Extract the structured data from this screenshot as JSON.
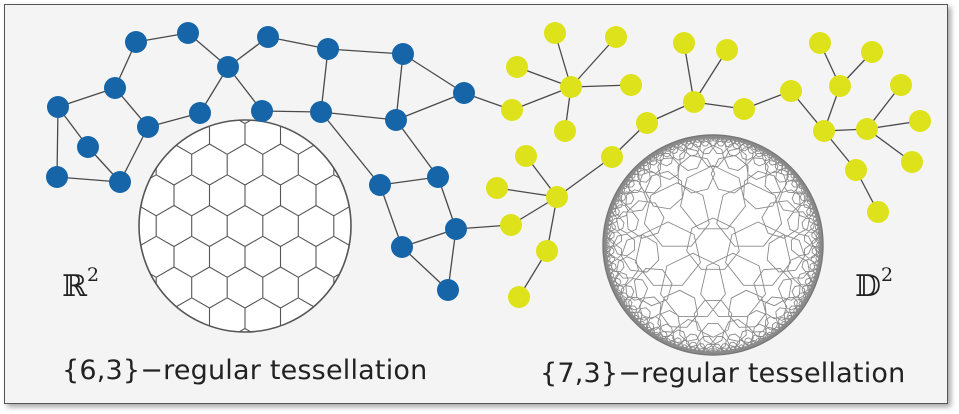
{
  "left_panel": {
    "caption": "{6,3}−regular tessellation",
    "space_symbol": "ℝ",
    "space_exponent": "2",
    "node_color": "#1565a8"
  },
  "right_panel": {
    "caption": "{7,3}−regular tessellation",
    "space_symbol": "𝔻",
    "space_exponent": "2",
    "node_color": "#dde21a"
  }
}
